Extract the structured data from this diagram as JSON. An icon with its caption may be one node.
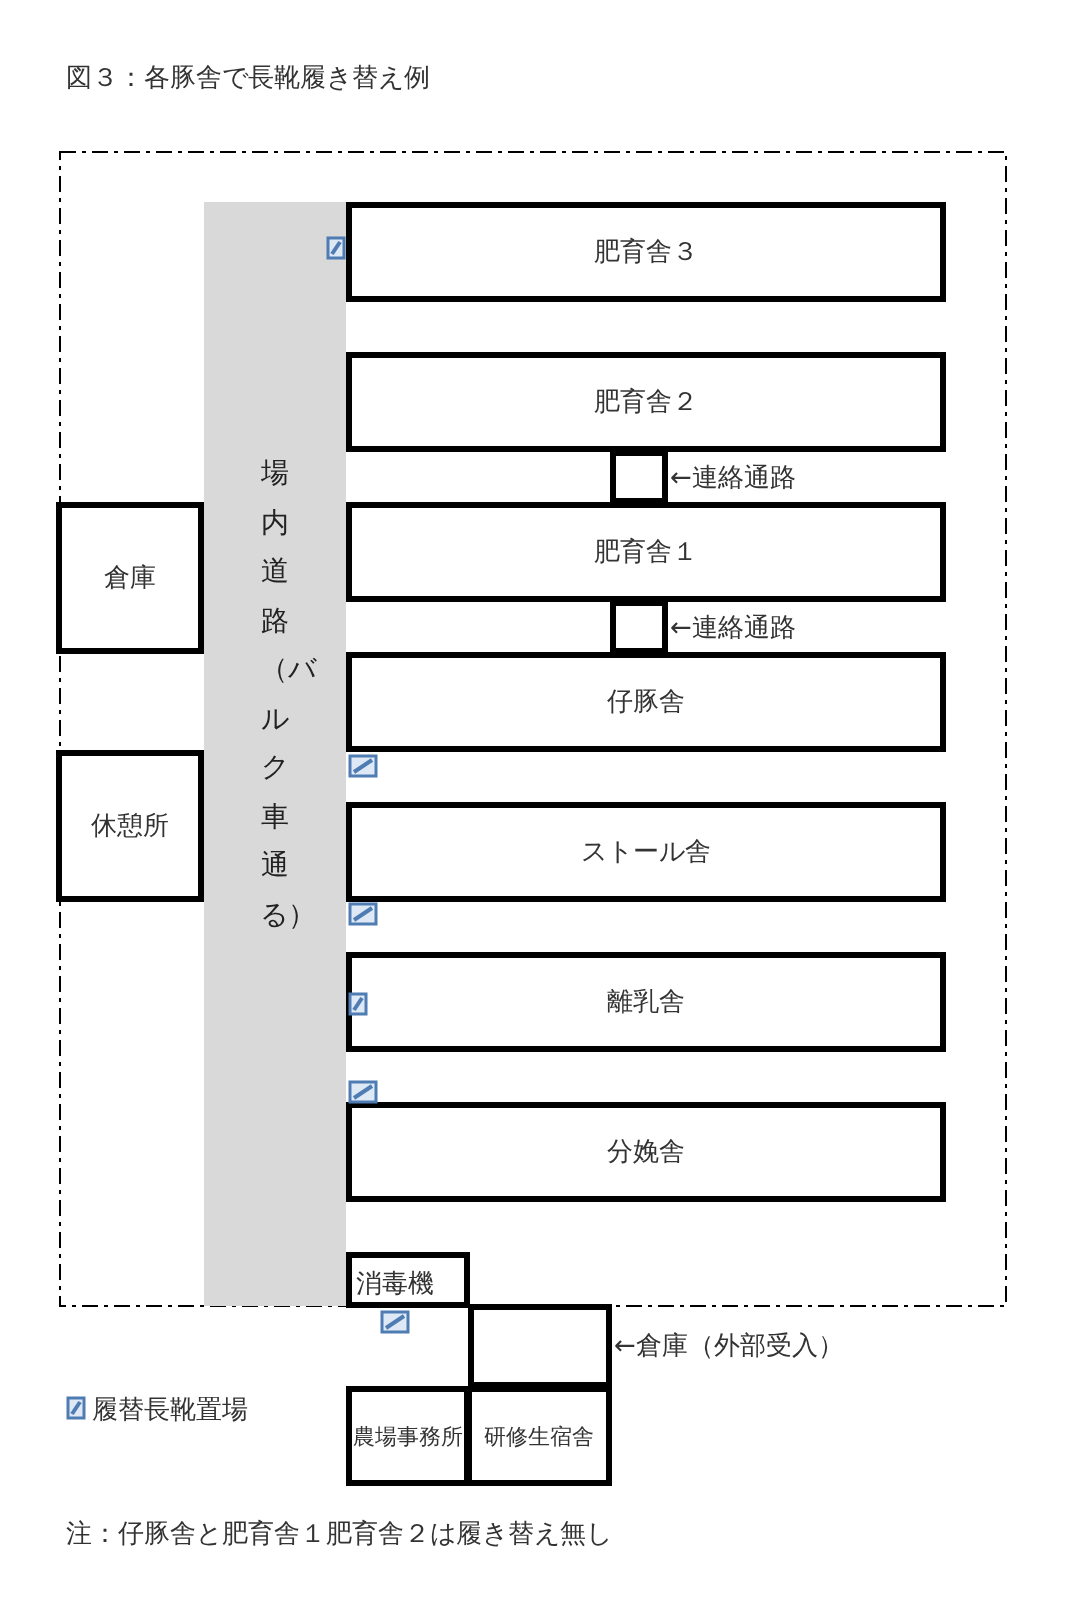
{
  "diagram": {
    "title": "図３：各豚舎で長靴履き替え例",
    "nodes": [
      {
        "text": [
          "場内道路（バルク車通る）"
        ]
      },
      {
        "text": [
          "肥育舎３"
        ]
      },
      {
        "text": [
          "肥育舎２"
        ]
      },
      {
        "text": [],
        "shape": "box",
        "beside": [
          "←連絡通路"
        ]
      },
      {
        "text": [
          "倉庫"
        ]
      },
      {
        "text": [
          "肥育舎１"
        ]
      },
      {
        "text": [],
        "shape": "box",
        "beside": [
          "←連絡通路"
        ]
      },
      {
        "text": [
          "仔豚舎"
        ]
      },
      {
        "text": [
          "休憩所"
        ]
      },
      {
        "text": [
          "ストール舎"
        ]
      },
      {
        "text": [
          "離乳舎"
        ]
      },
      {
        "text": [
          "分娩舎"
        ]
      },
      {
        "text": [
          "消毒機"
        ]
      },
      {
        "text": [],
        "shape": "box",
        "beside": [
          "←倉庫（外部受入）"
        ]
      },
      {
        "text": [
          "農場事務所"
        ]
      },
      {
        "text": [
          "研修生宿舎"
        ]
      }
    ],
    "labels": [
      "注：仔豚舎と肥育舎１肥育舎２は履き替え無し"
    ],
    "legend": [
      {
        "text": "履替長靴置場"
      }
    ]
  }
}
